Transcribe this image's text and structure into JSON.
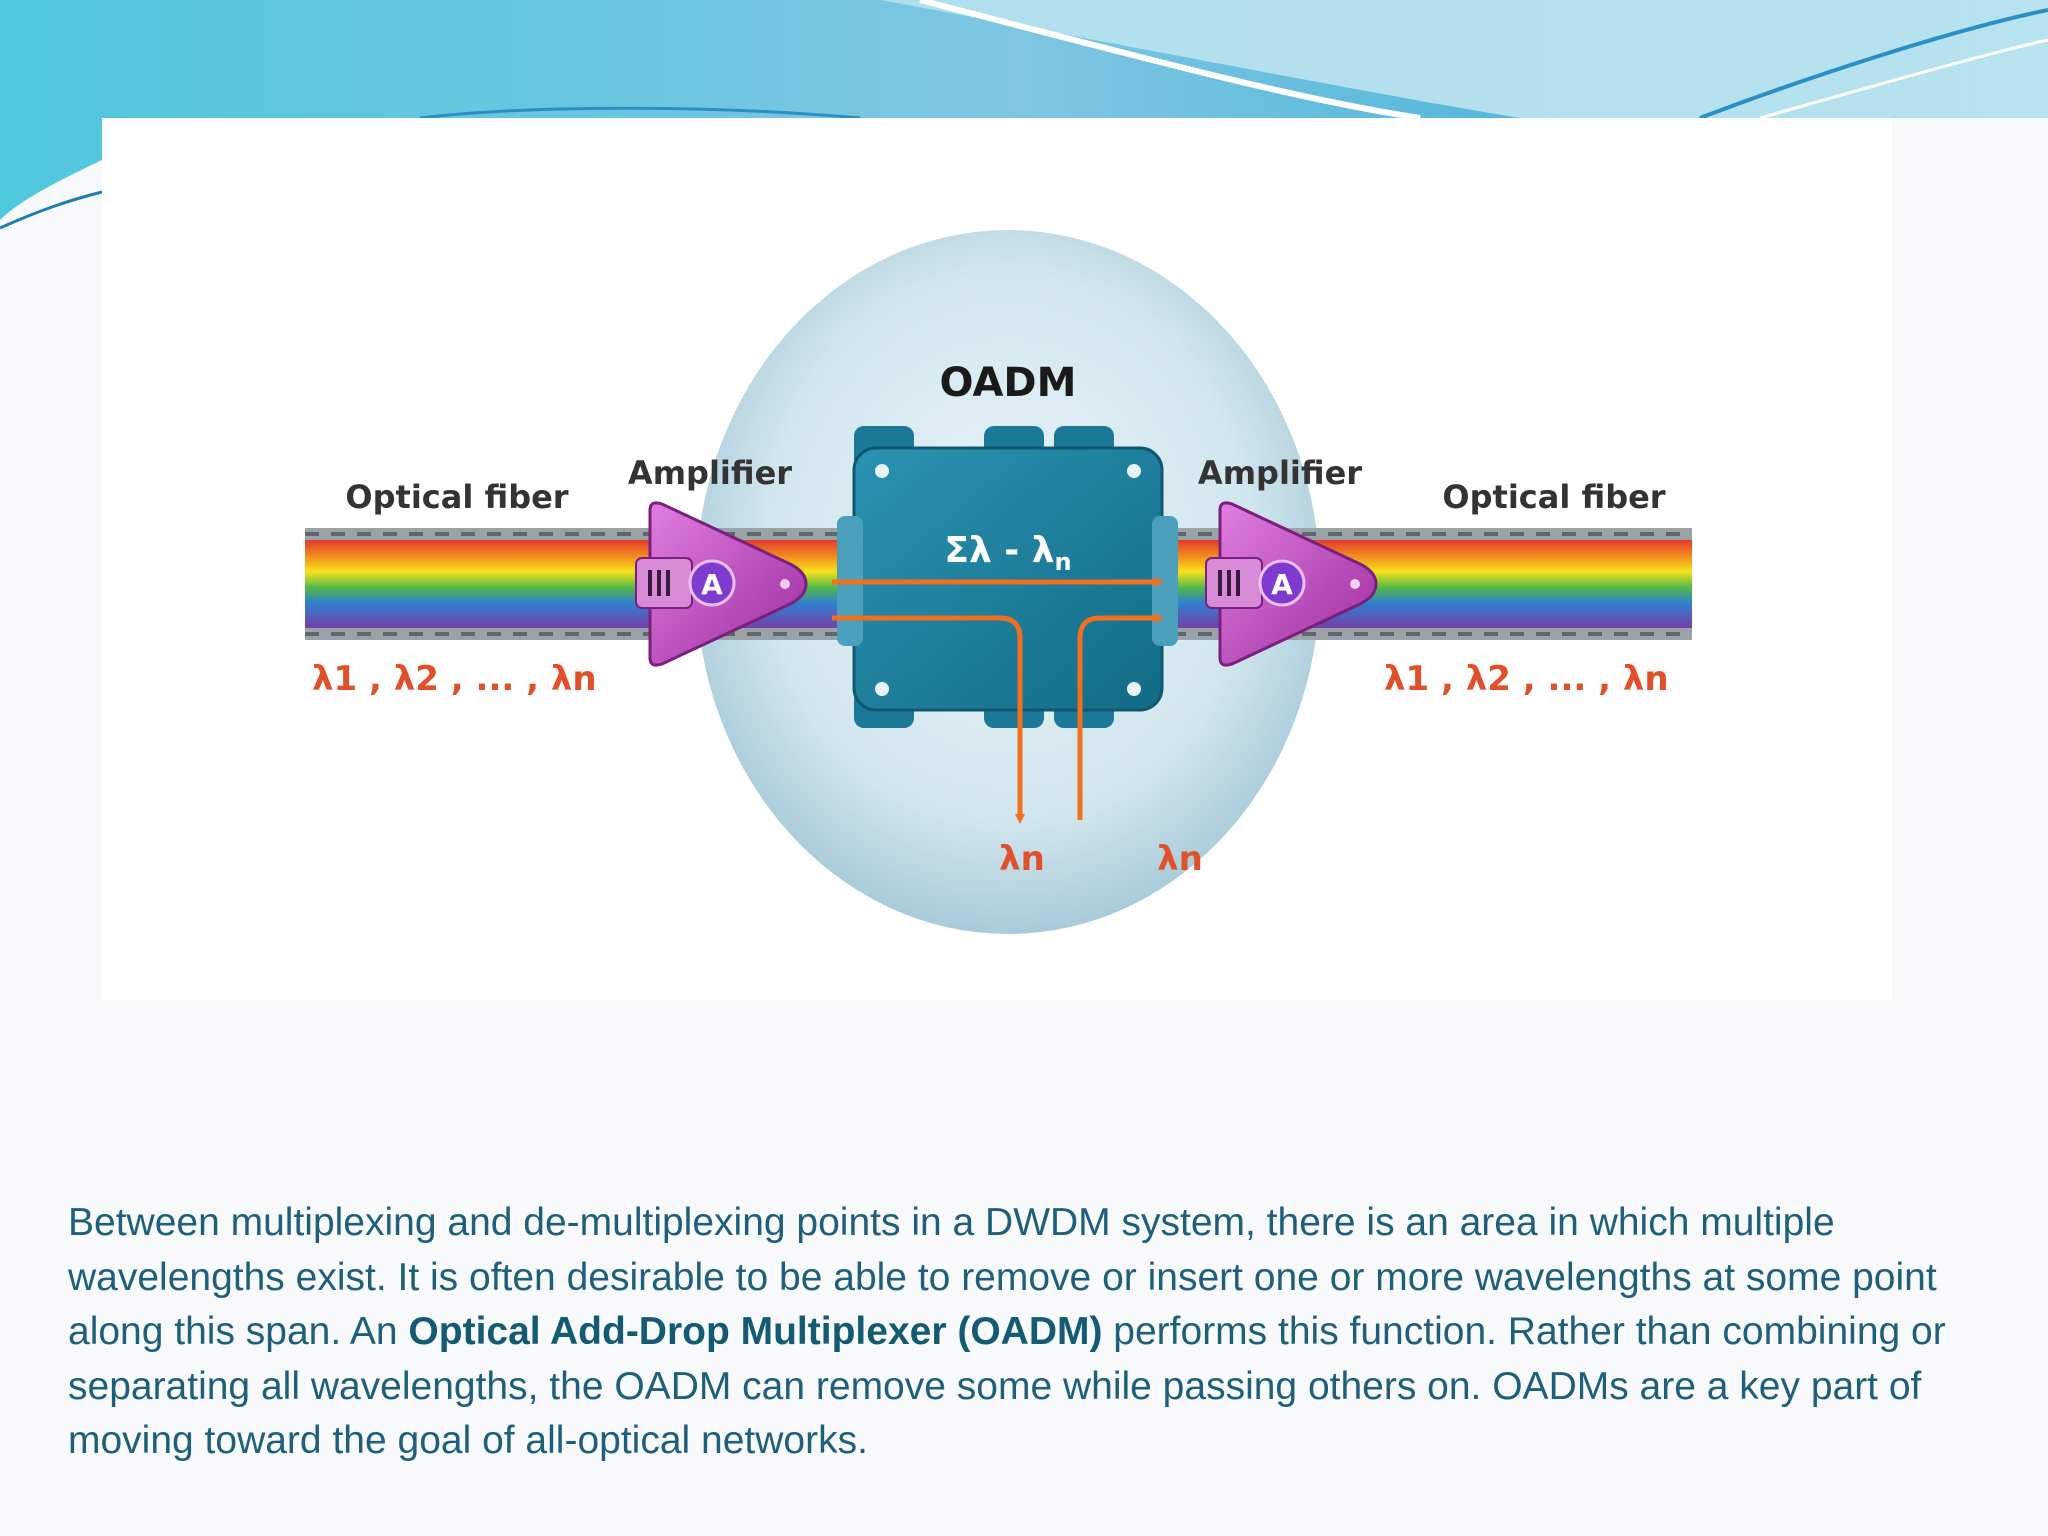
{
  "diagram": {
    "title": "OADM",
    "left_amplifier_label": "Amplifier",
    "right_amplifier_label": "Amplifier",
    "left_fiber_label": "Optical fiber",
    "right_fiber_label": "Optical fiber",
    "amplifier_badge": "A",
    "oadm_sum_label": "Σλ - λ",
    "oadm_sum_subscript": "n",
    "input_wavelengths": "λ1 , λ2 , ... , λn",
    "output_wavelengths": "λ1 , λ2 , ... , λn",
    "drop_wavelength": "λn",
    "add_wavelength": "λn",
    "colors": {
      "sphere": "#c9dfe8",
      "oadm_box": "#1e7f9c",
      "amplifier": "#c24fc0",
      "arrow": "#f07020",
      "wavelength_text": "#e0502a"
    }
  },
  "caption": {
    "part1": "Between multiplexing and de-multiplexing points in a DWDM system, there is an area in which multiple wavelengths exist. It is often desirable to be able to remove or insert one or more wavelengths at some point along this span. An ",
    "bold": "Optical Add-Drop Multiplexer (OADM)",
    "part2": " performs this function. Rather than combining or separating all wavelengths, the OADM can remove some while passing others on. OADMs are a key part of moving toward the goal of all-optical networks."
  }
}
